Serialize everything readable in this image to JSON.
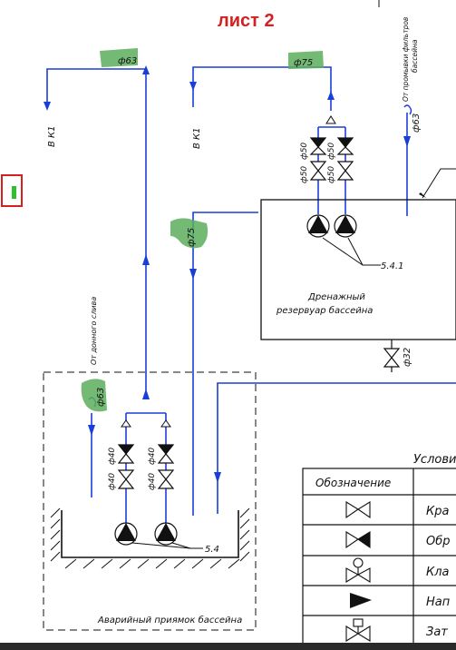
{
  "page_title": "лист 2",
  "pipe_labels": {
    "d63_top": "ф63",
    "d75_top": "ф75",
    "d75_mid": "ф75",
    "d63_low": "ф63",
    "d63_right": "ф63",
    "d32": "ф32",
    "d50_a": "ф50",
    "d50_b": "ф50",
    "d50_c": "ф50",
    "d50_d": "ф50",
    "d40_a": "ф40",
    "d40_b": "ф40",
    "d40_c": "ф40",
    "d40_d": "ф40"
  },
  "destinations": {
    "to_k1_left": "В К1",
    "to_k1_right": "В К1",
    "from_filter_wash_line1": "От промывки фильтров",
    "from_filter_wash_line2": "бассейна",
    "from_bottom_drain": "От донного слива"
  },
  "reservoir": {
    "line1": "Дренажный",
    "line2": "резервуар бассейна",
    "pump_ref": "5.4.1"
  },
  "pit": {
    "label": "Аварийный приямок бассейна",
    "pump_ref": "5.4"
  },
  "legend": {
    "title": "Услови",
    "header_designation": "Обозначение",
    "rows": [
      "Кра",
      "Обр",
      "Кла",
      "Нап",
      "Зат"
    ]
  },
  "colors": {
    "pipe": "#1a3fd6",
    "frame": "#111111",
    "title": "#d42020",
    "highlight": "#5cad5c"
  }
}
